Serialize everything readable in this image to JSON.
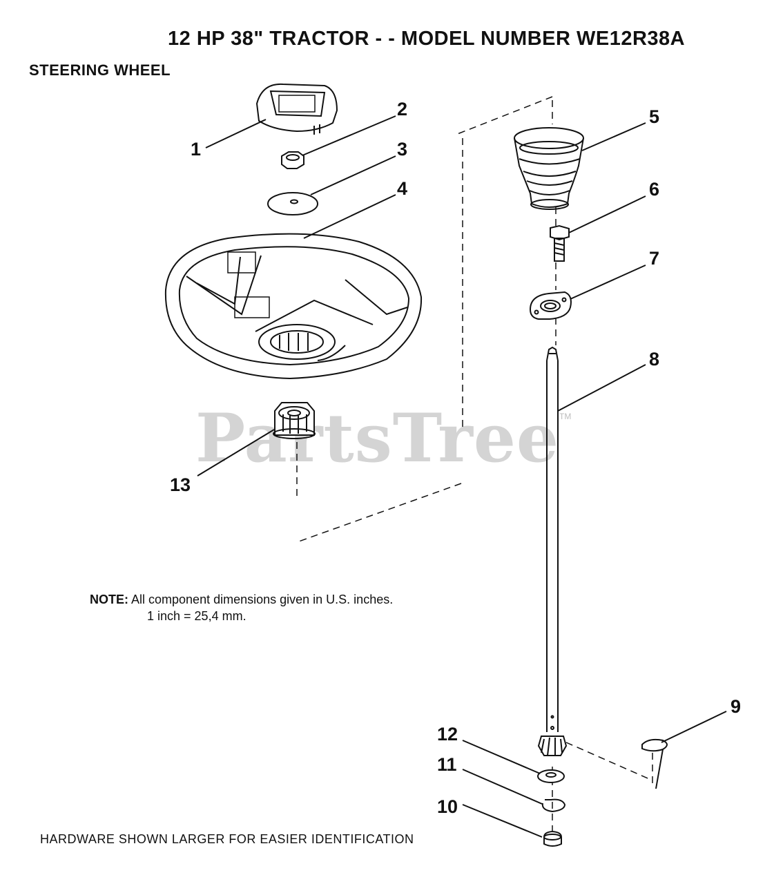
{
  "title": "12 HP 38\" TRACTOR - - MODEL NUMBER WE12R38A",
  "section": "STEERING WHEEL",
  "note": {
    "label": "NOTE:",
    "line1": "All component dimensions given in U.S. inches.",
    "line2": "1 inch  =  25,4 mm."
  },
  "footer": "HARDWARE SHOWN LARGER FOR EASIER IDENTIFICATION",
  "watermark": {
    "text": "PartsTree",
    "tm": "TM"
  },
  "callouts": [
    "1",
    "2",
    "3",
    "4",
    "5",
    "6",
    "7",
    "8",
    "9",
    "10",
    "11",
    "12",
    "13"
  ]
}
